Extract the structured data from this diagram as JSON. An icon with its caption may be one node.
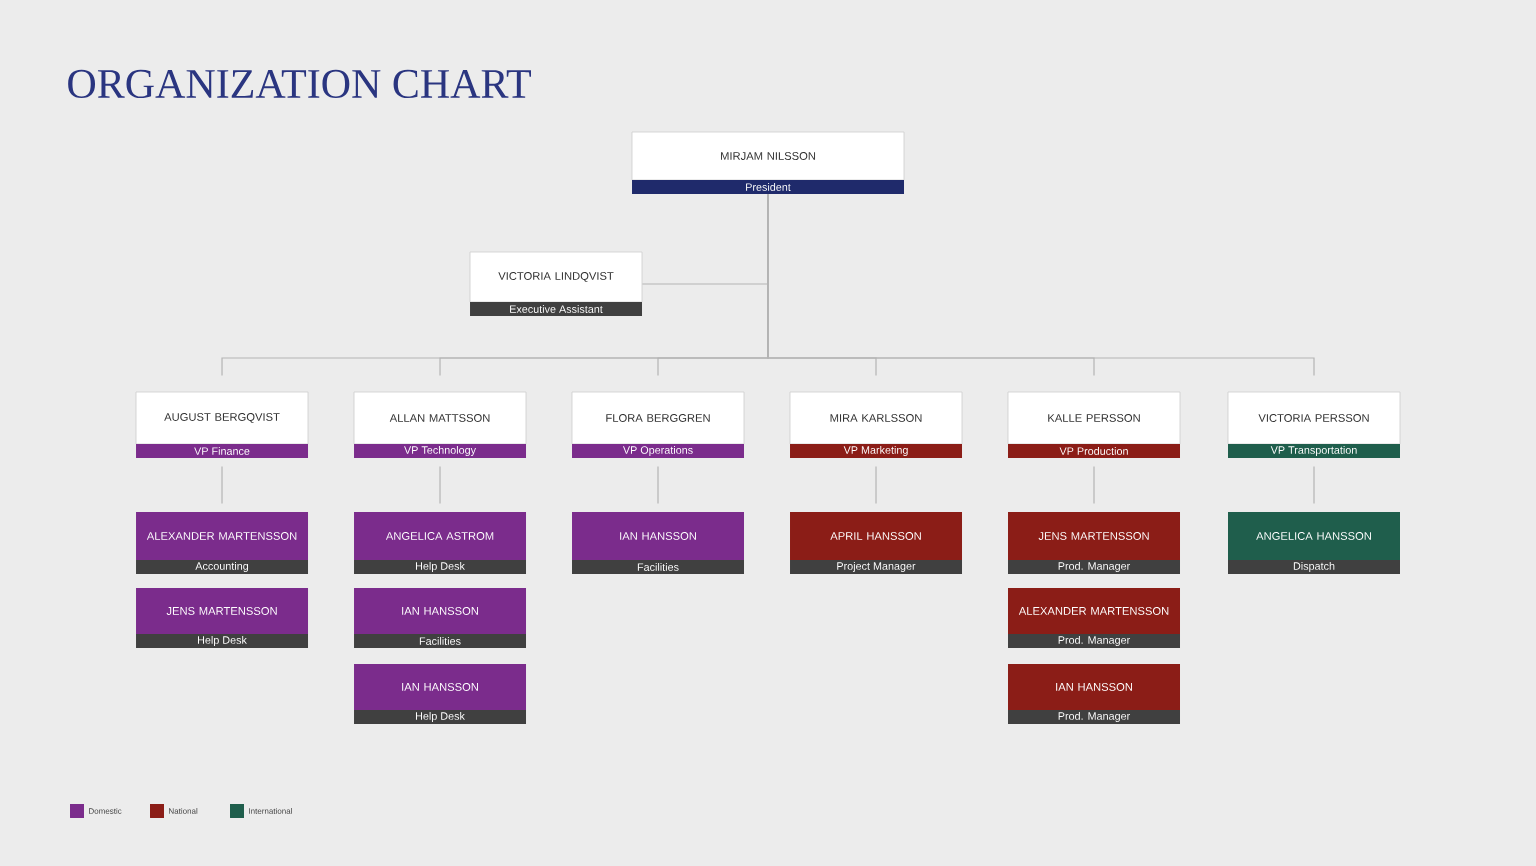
{
  "diagram": {
    "title": "ORGANIZATION CHART",
    "nodes": [
      {
        "text": [
          "MIRJAM NILSSON",
          "President"
        ]
      },
      {
        "text": [
          "VICTORIA LINDQVIST",
          "Executive Assistant"
        ]
      },
      {
        "text": [
          "AUGUST BERGQVIST",
          "VP Finance"
        ]
      },
      {
        "text": [
          "ALLAN MATTSSON",
          "VP Technology"
        ]
      },
      {
        "text": [
          "FLORA BERGGREN",
          "VP Operations"
        ]
      },
      {
        "text": [
          "MIRA KARLSSON",
          "VP Marketing"
        ]
      },
      {
        "text": [
          "KALLE PERSSON",
          "VP Production"
        ]
      },
      {
        "text": [
          "VICTORIA PERSSON",
          "VP Transportation"
        ]
      },
      {
        "text": [
          "ALEXANDER MARTENSSON",
          "Accounting"
        ]
      },
      {
        "text": [
          "JENS MARTENSSON",
          "Help Desk"
        ]
      },
      {
        "text": [
          "ANGELICA ASTROM",
          "Help Desk"
        ]
      },
      {
        "text": [
          "IAN HANSSON",
          "Facilities"
        ]
      },
      {
        "text": [
          "IAN HANSSON",
          "Help Desk"
        ]
      },
      {
        "text": [
          "IAN HANSSON",
          "Facilities"
        ]
      },
      {
        "text": [
          "APRIL HANSSON",
          "Project Manager"
        ]
      },
      {
        "text": [
          "JENS MARTENSSON",
          "Prod. Manager"
        ]
      },
      {
        "text": [
          "ALEXANDER MARTENSSON",
          "Prod. Manager"
        ]
      },
      {
        "text": [
          "IAN HANSSON",
          "Prod. Manager"
        ]
      },
      {
        "text": [
          "ANGELICA HANSSON",
          "Dispatch"
        ]
      }
    ],
    "edges": [
      {
        "from": 0,
        "to": 1,
        "arrow": "none"
      },
      {
        "from": 0,
        "to": 2,
        "arrow": "none"
      },
      {
        "from": 0,
        "to": 3,
        "arrow": "none"
      },
      {
        "from": 0,
        "to": 4,
        "arrow": "none"
      },
      {
        "from": 0,
        "to": 5,
        "arrow": "none"
      },
      {
        "from": 0,
        "to": 6,
        "arrow": "none"
      },
      {
        "from": 0,
        "to": 7,
        "arrow": "none"
      },
      {
        "from": 2,
        "to": 8,
        "arrow": "none"
      },
      {
        "from": 3,
        "to": 10,
        "arrow": "none"
      },
      {
        "from": 4,
        "to": 13,
        "arrow": "none"
      },
      {
        "from": 5,
        "to": 14,
        "arrow": "none"
      },
      {
        "from": 6,
        "to": 15,
        "arrow": "none"
      },
      {
        "from": 7,
        "to": 18,
        "arrow": "none"
      }
    ],
    "legend": [
      {
        "text": "Domestic",
        "color": "#7b2c8c"
      },
      {
        "text": "National",
        "color": "#8b1d17"
      },
      {
        "text": "International",
        "color": "#1f5e4c"
      }
    ]
  }
}
